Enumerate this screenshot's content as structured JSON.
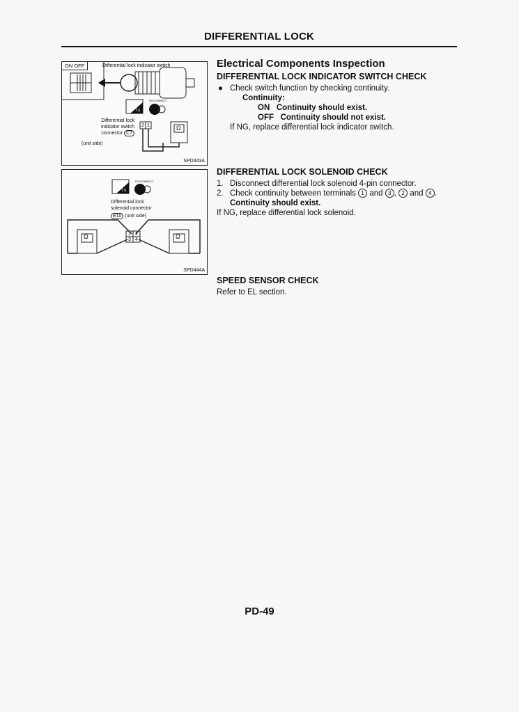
{
  "header": {
    "title": "DIFFERENTIAL LOCK"
  },
  "figure1": {
    "toggle_label": "ON OFF",
    "switch_label": "Differential lock indicator switch",
    "disconnect_label": "DISCONNECT",
    "ts_label": "T.S.",
    "connector_text": [
      "Differential lock",
      "indicator switch",
      "connector",
      "(unit side)"
    ],
    "connector_code": "C7",
    "pins": [
      "2",
      "1"
    ],
    "ohm": "Ω",
    "code": "SPD443A"
  },
  "figure2": {
    "disconnect_label": "DISCONNECT",
    "ts_label": "T.S.",
    "connector_text": [
      "Differential lock",
      "solenoid connector"
    ],
    "connector_code": "E10",
    "unit_side": "(unit side)",
    "pins_top": [
      "1",
      "2"
    ],
    "pins_bottom": [
      "3",
      "4"
    ],
    "ohm": "Ω",
    "code": "SPD444A"
  },
  "section": {
    "title": "Electrical Components Inspection"
  },
  "switch_check": {
    "title": "DIFFERENTIAL LOCK INDICATOR SWITCH CHECK",
    "bullet": "Check switch function by checking continuity.",
    "continuity_label": "Continuity:",
    "on_label": "ON",
    "on_text": "Continuity should exist.",
    "off_label": "OFF",
    "off_text": "Continuity should not exist.",
    "ng_text": "If NG, replace differential lock indicator switch."
  },
  "solenoid_check": {
    "title": "DIFFERENTIAL LOCK SOLENOID CHECK",
    "step1_num": "1.",
    "step1": "Disconnect differential lock solenoid 4-pin connector.",
    "step2_num": "2.",
    "step2_prefix": "Check continuity between terminals",
    "t1": "1",
    "and1": "and",
    "t3": "3",
    "comma": ",",
    "t2": "2",
    "and2": "and",
    "t4": "4",
    "period": ".",
    "result": "Continuity should exist.",
    "ng_text": "If NG, replace differential lock solenoid."
  },
  "speed_sensor": {
    "title": "SPEED SENSOR CHECK",
    "text": "Refer to EL section."
  },
  "footer": {
    "page_number": "PD-49"
  }
}
